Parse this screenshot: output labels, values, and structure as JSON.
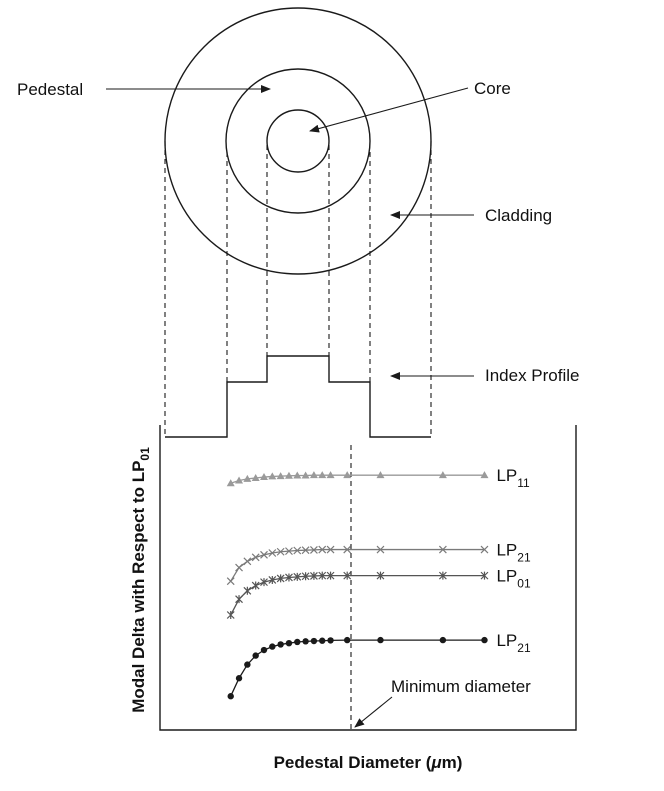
{
  "labels": {
    "pedestal": "Pedestal",
    "core": "Core",
    "cladding": "Cladding",
    "index_profile": "Index Profile",
    "minimum_diameter": "Minimum diameter"
  },
  "colors": {
    "ink": "#1a1a1a",
    "lp11": "#9a9a9a",
    "lp21_upper": "#7a7a7a",
    "lp01": "#555555",
    "lp21_lower": "#1a1a1a"
  },
  "chart_data": {
    "type": "line",
    "title": "",
    "xlabel": {
      "main": "Pedestal Diameter (",
      "unit_symbol": "μ",
      "unit_tail": "m)"
    },
    "ylabel": {
      "main": "Modal Delta with Respect to LP",
      "sub": "01"
    },
    "xlim": [
      0,
      100
    ],
    "ylim": [
      0,
      100
    ],
    "grid": false,
    "legend": "inline labels at right end of each curve",
    "x": [
      17,
      19,
      21,
      23,
      25,
      27,
      29,
      31,
      33,
      35,
      37,
      39,
      41,
      45,
      53,
      68
    ],
    "minimum_diameter_x": 45,
    "series": [
      {
        "id": "lp11",
        "label_main": "LP",
        "label_sub": "11",
        "marker": "triangle",
        "values": [
          79.6,
          80.5,
          81.0,
          81.3,
          81.6,
          81.8,
          81.9,
          82.0,
          82.1,
          82.1,
          82.2,
          82.2,
          82.2,
          82.2,
          82.2,
          82.2
        ]
      },
      {
        "id": "lp21_upper",
        "label_main": "LP",
        "label_sub": "21",
        "marker": "x",
        "values": [
          48.0,
          52.4,
          54.4,
          55.7,
          56.5,
          57.1,
          57.5,
          57.7,
          57.9,
          58.0,
          58.1,
          58.2,
          58.2,
          58.2,
          58.2,
          58.2
        ]
      },
      {
        "id": "lp01",
        "label_main": "LP",
        "label_sub": "01",
        "marker": "star",
        "values": [
          37.1,
          42.2,
          44.9,
          46.6,
          47.7,
          48.4,
          48.9,
          49.2,
          49.4,
          49.6,
          49.7,
          49.8,
          49.8,
          49.8,
          49.8,
          49.8
        ]
      },
      {
        "id": "lp21_lower",
        "label_main": "LP",
        "label_sub": "21",
        "marker": "dot",
        "values": [
          10.9,
          16.7,
          21.1,
          24.0,
          25.8,
          26.9,
          27.6,
          28.0,
          28.4,
          28.6,
          28.7,
          28.8,
          28.9,
          29.0,
          29.0,
          29.0
        ]
      }
    ]
  }
}
